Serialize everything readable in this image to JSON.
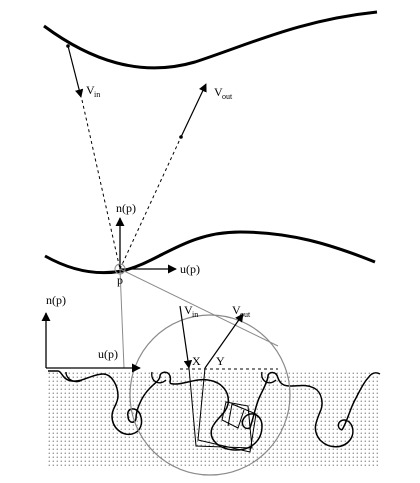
{
  "labels": {
    "v_top": "V",
    "in_top": "in",
    "vout_top": "V",
    "out_top": "out",
    "n_p_mid": "n(p)",
    "u_p_mid": "u(p)",
    "p": "p",
    "n_p_left": "n(p)",
    "u_p_left": "u(p)",
    "v_bottom": "V",
    "in_bottom": "in",
    "vout_bottom": "V",
    "out_bottom": "out",
    "x": "X",
    "y": "Y"
  },
  "colors": {
    "stroke": "#000000",
    "grey": "#8a8a8a",
    "dots": "#333333",
    "background": "#ffffff"
  }
}
